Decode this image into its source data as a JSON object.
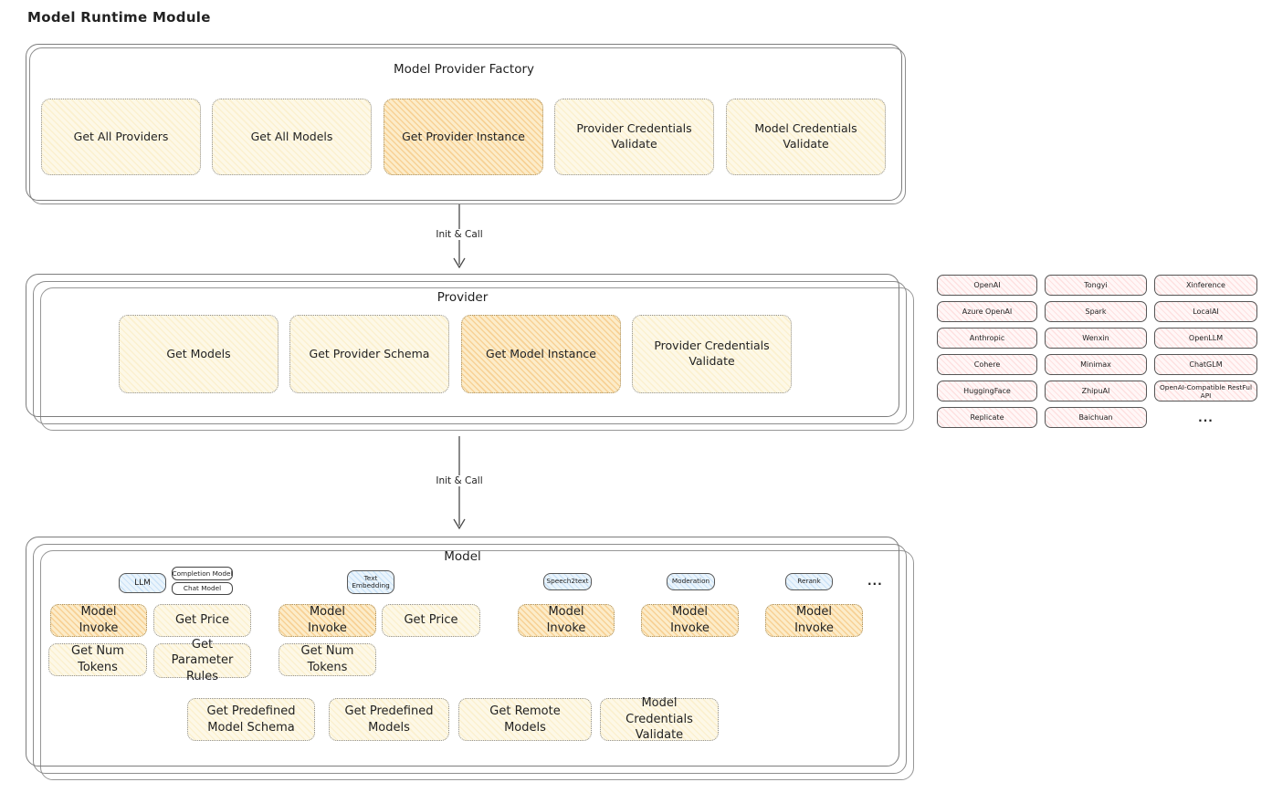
{
  "page_title": "Model Runtime Module",
  "factory": {
    "title": "Model Provider Factory",
    "buttons": [
      {
        "label": "Get All Providers",
        "variant": "cream"
      },
      {
        "label": "Get All Models",
        "variant": "cream"
      },
      {
        "label": "Get Provider Instance",
        "variant": "orange"
      },
      {
        "label": "Provider Credentials Validate",
        "variant": "cream"
      },
      {
        "label": "Model Credentials Validate",
        "variant": "cream"
      }
    ]
  },
  "arrows": [
    {
      "label": "Init & Call"
    },
    {
      "label": "Init & Call"
    }
  ],
  "provider": {
    "title": "Provider",
    "buttons": [
      {
        "label": "Get Models",
        "variant": "cream"
      },
      {
        "label": "Get Provider Schema",
        "variant": "cream"
      },
      {
        "label": "Get Model Instance",
        "variant": "orange"
      },
      {
        "label": "Provider Credentials Validate",
        "variant": "cream"
      }
    ]
  },
  "providers_grid": {
    "columns": [
      [
        "OpenAI",
        "Azure OpenAI",
        "Anthropic",
        "Cohere",
        "HuggingFace",
        "Replicate"
      ],
      [
        "Tongyi",
        "Spark",
        "Wenxin",
        "Minimax",
        "ZhipuAI",
        "Baichuan"
      ],
      [
        "Xinference",
        "LocalAI",
        "OpenLLM",
        "ChatGLM",
        "OpenAI-Compatible RestFul API"
      ]
    ],
    "more_label": "..."
  },
  "model": {
    "title": "Model",
    "groups": [
      {
        "tab": "LLM",
        "subtabs": [
          "Completion Model",
          "Chat Model"
        ],
        "buttons": [
          {
            "label": "Model Invoke",
            "variant": "orange"
          },
          {
            "label": "Get Price",
            "variant": "cream"
          },
          {
            "label": "Get Num Tokens",
            "variant": "cream"
          },
          {
            "label": "Get Parameter Rules",
            "variant": "cream"
          }
        ]
      },
      {
        "tab": "Text Embedding",
        "buttons": [
          {
            "label": "Model Invoke",
            "variant": "orange"
          },
          {
            "label": "Get Price",
            "variant": "cream"
          },
          {
            "label": "Get Num Tokens",
            "variant": "cream"
          }
        ]
      },
      {
        "tab": "Speech2text",
        "buttons": [
          {
            "label": "Model Invoke",
            "variant": "orange"
          }
        ]
      },
      {
        "tab": "Moderation",
        "buttons": [
          {
            "label": "Model Invoke",
            "variant": "orange"
          }
        ]
      },
      {
        "tab": "Rerank",
        "buttons": [
          {
            "label": "Model Invoke",
            "variant": "orange"
          }
        ]
      }
    ],
    "more_label": "...",
    "bottom_buttons": [
      {
        "label": "Get Predefined Model Schema"
      },
      {
        "label": "Get Predefined Models"
      },
      {
        "label": "Get Remote Models"
      },
      {
        "label": "Model Credentials Validate"
      }
    ]
  },
  "colors": {
    "cream_fill": "#fdf8e7",
    "orange_fill": "#fcecc9",
    "pink_fill": "#fff7f7",
    "blue_fill": "#eaf4fc",
    "border_gray": "#7d7d7d"
  }
}
